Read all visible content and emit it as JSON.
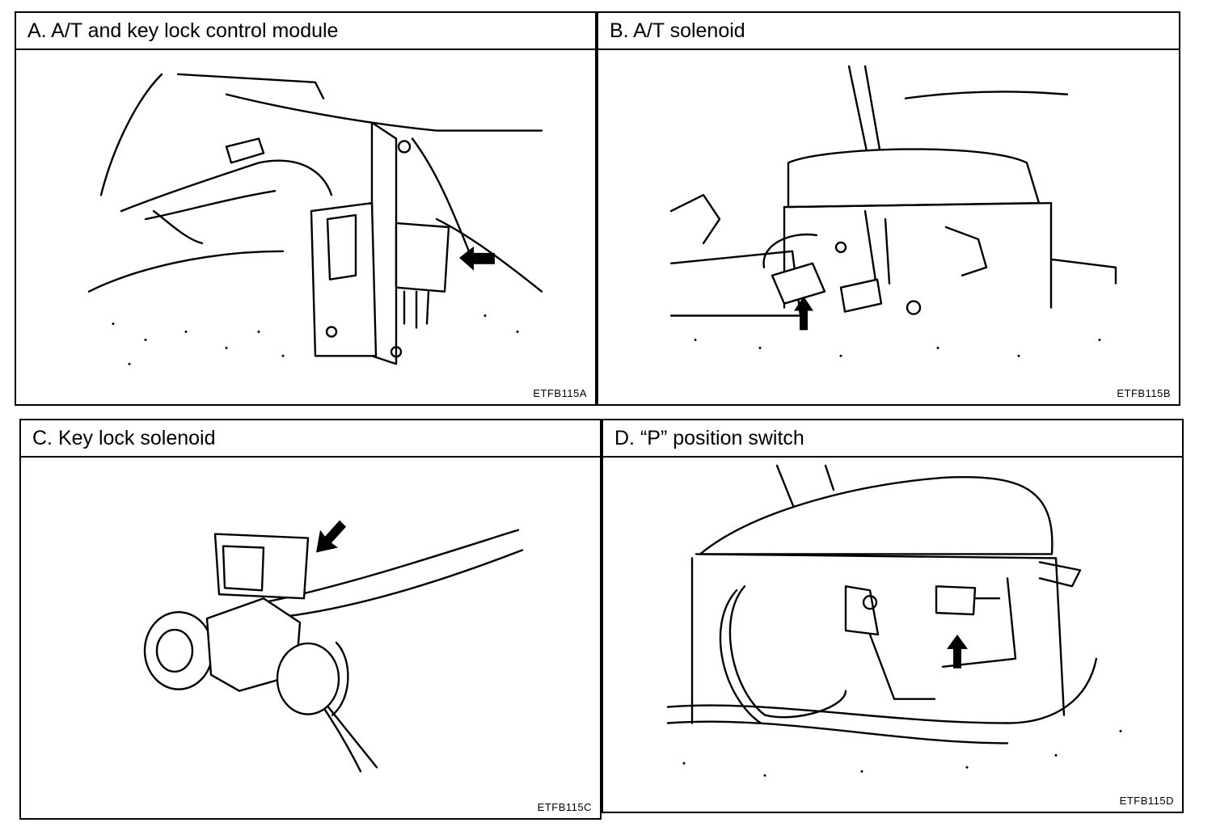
{
  "panels": [
    {
      "id": "A",
      "title": "A. A/T and key lock control module",
      "code": "ETFB115A"
    },
    {
      "id": "B",
      "title": "B. A/T solenoid",
      "code": "ETFB115B"
    },
    {
      "id": "C",
      "title": "C. Key lock solenoid",
      "code": "ETFB115C"
    },
    {
      "id": "D",
      "title": "D. “P” position switch",
      "code": "ETFB115D"
    }
  ],
  "icons": [
    "arrow-left-icon",
    "arrow-up-icon",
    "arrow-down-left-icon"
  ]
}
